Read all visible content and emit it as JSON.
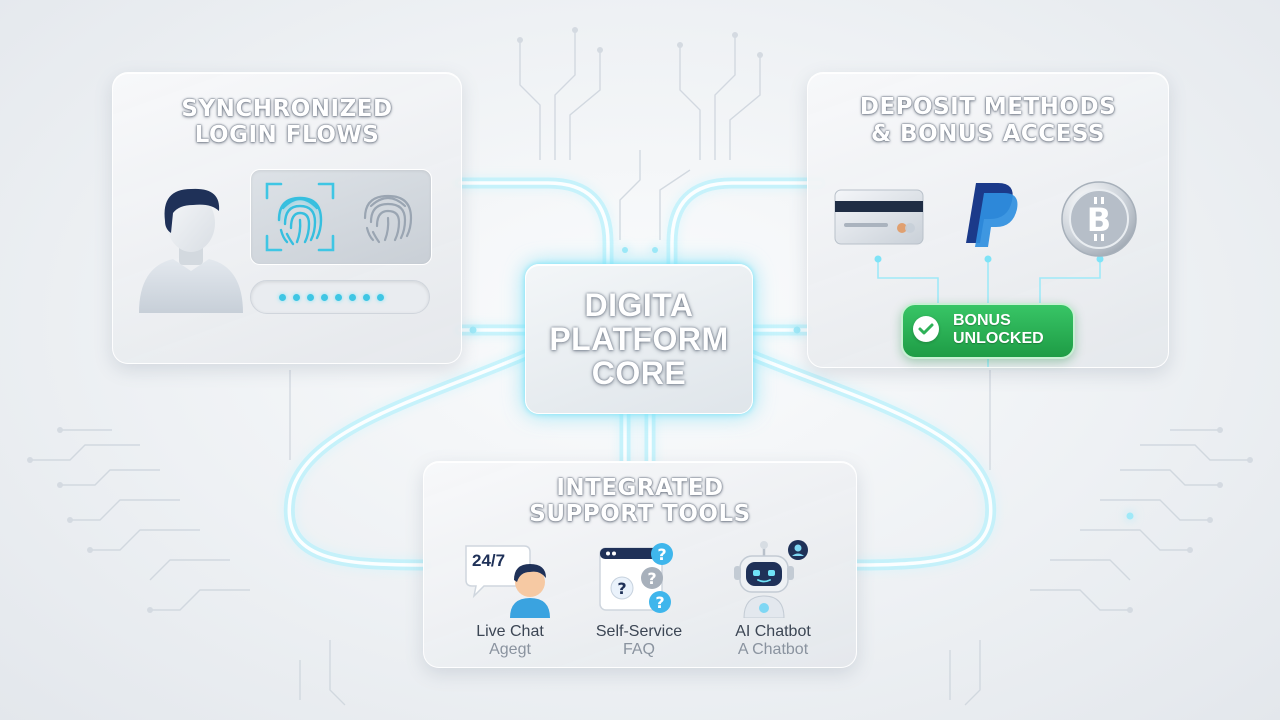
{
  "core": {
    "line1": "DIGITA",
    "line2": "PLATFORM",
    "line3": "CORE"
  },
  "login": {
    "title_line1": "SYNCHRONIZED",
    "title_line2": "LOGIN FLOWS",
    "password_dot_count": 8,
    "icons": [
      "user-avatar-icon",
      "fingerprint-scan-icon",
      "fingerprint-icon"
    ]
  },
  "deposit": {
    "title_line1": "DEPOSIT METHODS",
    "title_line2": "& BONUS ACCESS",
    "methods": [
      "credit-card-icon",
      "paypal-icon",
      "bitcoin-icon"
    ],
    "bonus_line1": "BONUS",
    "bonus_line2": "UNLOCKED"
  },
  "support": {
    "title_line1": "INTEGRATED",
    "title_line2": "SUPPORT TOOLS",
    "badge_text": "24/7",
    "tools": [
      {
        "label": "Live Chat",
        "sublabel": "Agegt",
        "icon": "live-chat-agent-icon"
      },
      {
        "label": "Self-Service",
        "sublabel": "FAQ",
        "icon": "faq-window-icon"
      },
      {
        "label": "AI Chatbot",
        "sublabel": "A Chatbot",
        "icon": "robot-icon"
      }
    ]
  },
  "colors": {
    "glow": "#7fe3f7",
    "trace": "#cfd6de",
    "bonus_green": "#2fb158",
    "paypal_dark": "#1b3a8a",
    "paypal_light": "#2f8fe0",
    "navy": "#1f3158"
  }
}
